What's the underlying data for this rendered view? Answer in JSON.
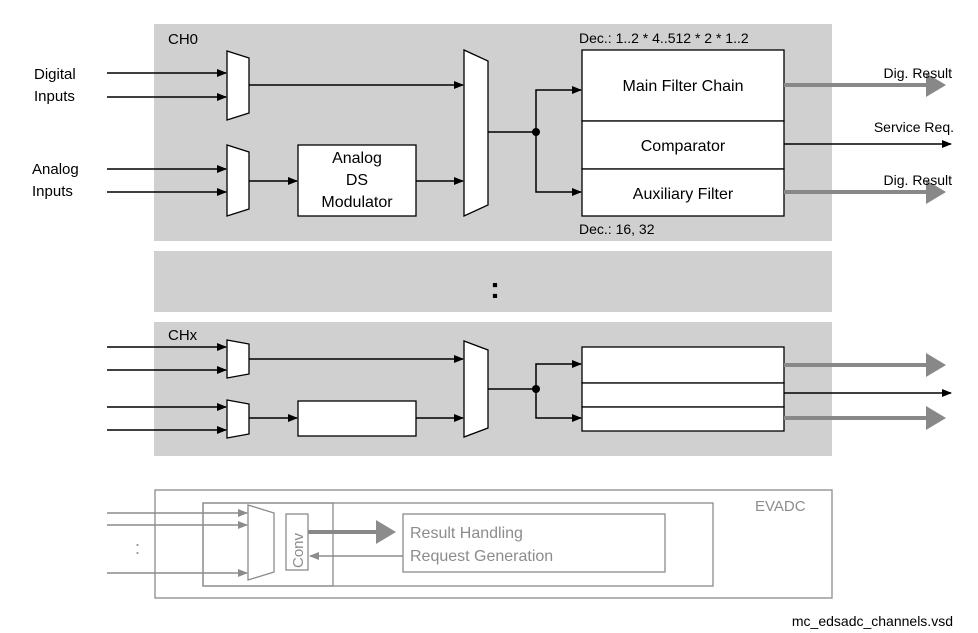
{
  "colors": {
    "channel_background": "#d0d0d0",
    "thick_arrow": "#888888",
    "evadc_grey": "#8c8c8c"
  },
  "ch0": {
    "label": "CH0",
    "digital_inputs_label": [
      "Digital",
      "Inputs"
    ],
    "analog_inputs_label": [
      "Analog",
      "Inputs"
    ],
    "modulator_label": [
      "Analog",
      "DS",
      "Modulator"
    ],
    "dec_top": "Dec.: 1..2 * 4..512 * 2 * 1..2",
    "dec_bottom": "Dec.: 16, 32",
    "main_filter": "Main Filter Chain",
    "comparator": "Comparator",
    "auxiliary_filter": "Auxiliary Filter",
    "out_dig_result_1": "Dig. Result",
    "out_service_req": "Service Req.",
    "out_dig_result_2": "Dig. Result"
  },
  "ellipsis": ":",
  "chx": {
    "label": "CHx"
  },
  "evadc": {
    "label": "EVADC",
    "conv": "Conv",
    "result_handling": "Result Handling",
    "request_generation": "Request Generation",
    "dots": ":"
  },
  "footer": {
    "filename": "mc_edsadc_channels.vsd"
  }
}
